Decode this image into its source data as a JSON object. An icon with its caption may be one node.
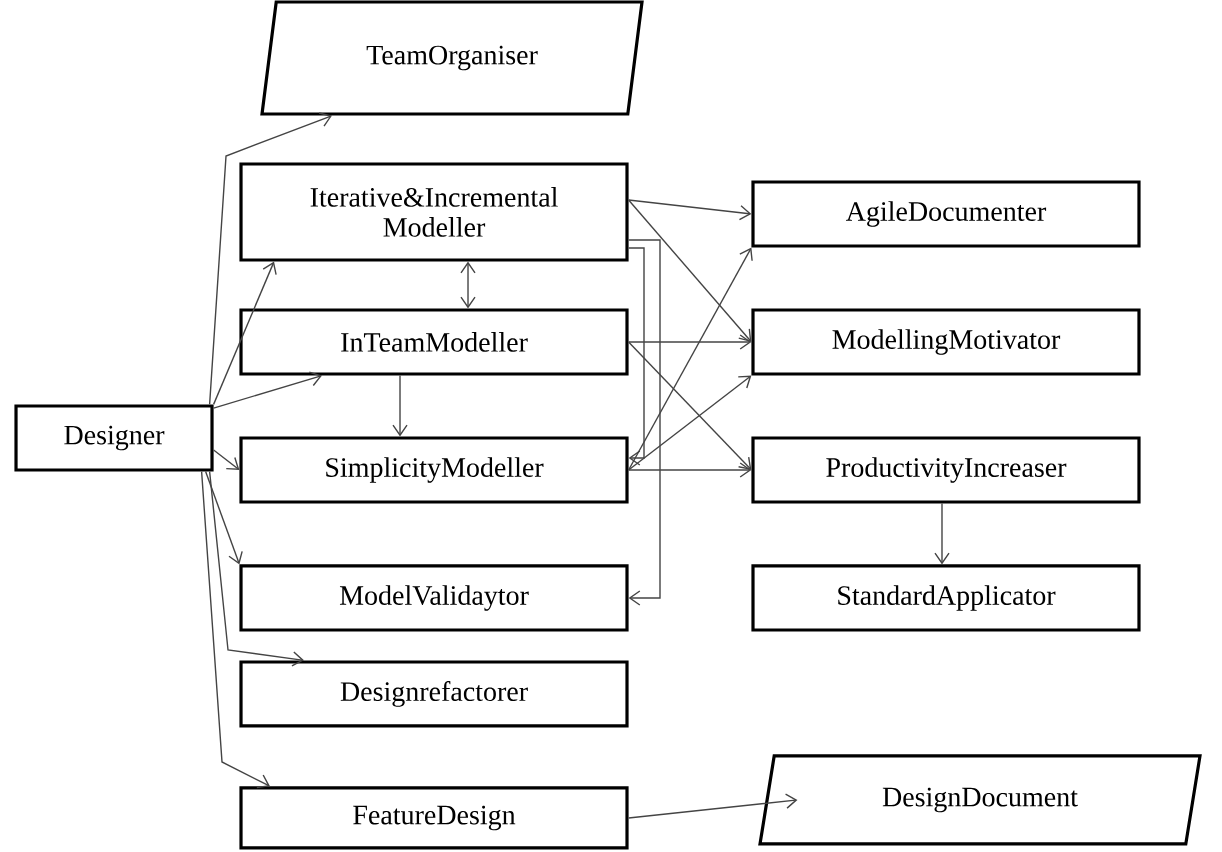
{
  "diagram": {
    "nodes": [
      {
        "text": [
          "TeamOrganiser"
        ]
      },
      {
        "text": [
          "Iterative&Incremental Modeller"
        ]
      },
      {
        "text": [
          "InTeamModeller"
        ]
      },
      {
        "text": [
          "Designer"
        ]
      },
      {
        "text": [
          "SimplicityModeller"
        ]
      },
      {
        "text": [
          "ModelValidaytor"
        ]
      },
      {
        "text": [
          "Designrefactorer"
        ]
      },
      {
        "text": [
          "FeatureDesign"
        ]
      },
      {
        "text": [
          "AgileDocumenter"
        ]
      },
      {
        "text": [
          "ModellingMotivator"
        ]
      },
      {
        "text": [
          "ProductivityIncreaser"
        ]
      },
      {
        "text": [
          "StandardApplicator"
        ]
      },
      {
        "text": [
          "DesignDocument"
        ]
      }
    ],
    "edges": [
      {
        "from": 3,
        "to": 0,
        "arrow": "to"
      },
      {
        "from": 3,
        "to": 1,
        "arrow": "to"
      },
      {
        "from": 3,
        "to": 2,
        "arrow": "to"
      },
      {
        "from": 3,
        "to": 4,
        "arrow": "to"
      },
      {
        "from": 3,
        "to": 5,
        "arrow": "to"
      },
      {
        "from": 3,
        "to": 6,
        "arrow": "to"
      },
      {
        "from": 3,
        "to": 7,
        "arrow": "to"
      },
      {
        "from": 1,
        "to": 2,
        "arrow": "both"
      },
      {
        "from": 2,
        "to": 4,
        "arrow": "to"
      },
      {
        "from": 1,
        "to": 4,
        "arrow": "to"
      },
      {
        "from": 1,
        "to": 5,
        "arrow": "to"
      },
      {
        "from": 1,
        "to": 8,
        "arrow": "to"
      },
      {
        "from": 1,
        "to": 9,
        "arrow": "to"
      },
      {
        "from": 2,
        "to": 9,
        "arrow": "to"
      },
      {
        "from": 2,
        "to": 10,
        "arrow": "to"
      },
      {
        "from": 4,
        "to": 8,
        "arrow": "to"
      },
      {
        "from": 4,
        "to": 9,
        "arrow": "to"
      },
      {
        "from": 4,
        "to": 10,
        "arrow": "to"
      },
      {
        "from": 10,
        "to": 11,
        "arrow": "to"
      },
      {
        "from": 7,
        "to": 12,
        "arrow": "to"
      }
    ]
  }
}
